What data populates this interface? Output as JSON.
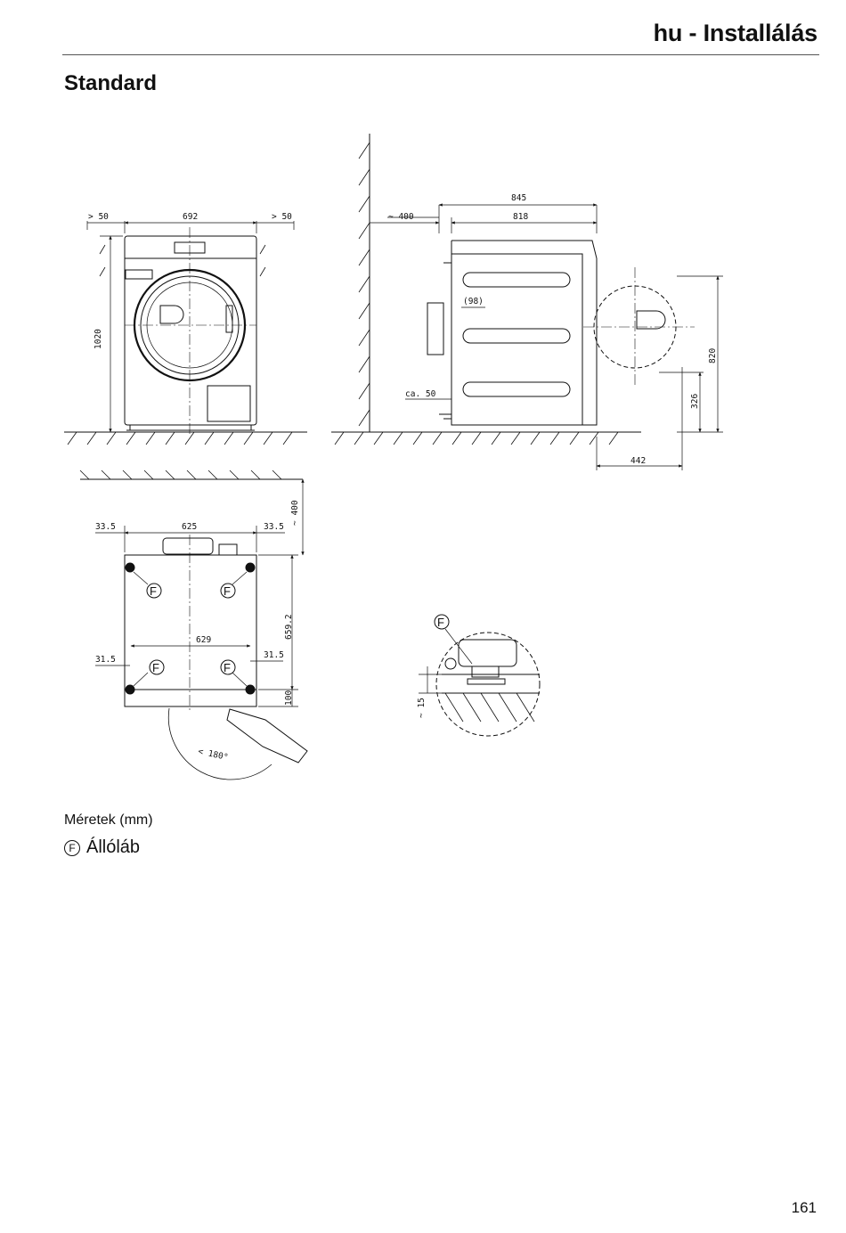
{
  "header": {
    "title": "hu - Installálás"
  },
  "section": {
    "title": "Standard"
  },
  "drawing": {
    "front_view": {
      "clearance_left": "> 50",
      "width": "692",
      "clearance_right": "> 50",
      "height": "1020"
    },
    "side_view": {
      "wall_clearance": "~ 400",
      "depth_total": "845",
      "depth_body": "818",
      "rear_offset": "(98)",
      "bottom_clearance": "ca. 50",
      "door_swing_depth": "442",
      "porthole_height": "820",
      "porthole_lower": "326"
    },
    "plan_view": {
      "left_margin": "33.5",
      "width": "625",
      "right_margin": "33.5",
      "wall_clearance": "~ 400",
      "depth": "659.2",
      "foot_spacing": "629",
      "foot_left": "31.5",
      "foot_right": "31.5",
      "front_depth": "100",
      "door_angle": "< 180°",
      "foot_marker": "F"
    },
    "detail_view": {
      "foot_marker": "F",
      "offset": "~ 15"
    }
  },
  "caption": "Méretek (mm)",
  "legend": {
    "marker": "F",
    "label": "Állóláb"
  },
  "page_number": "161"
}
